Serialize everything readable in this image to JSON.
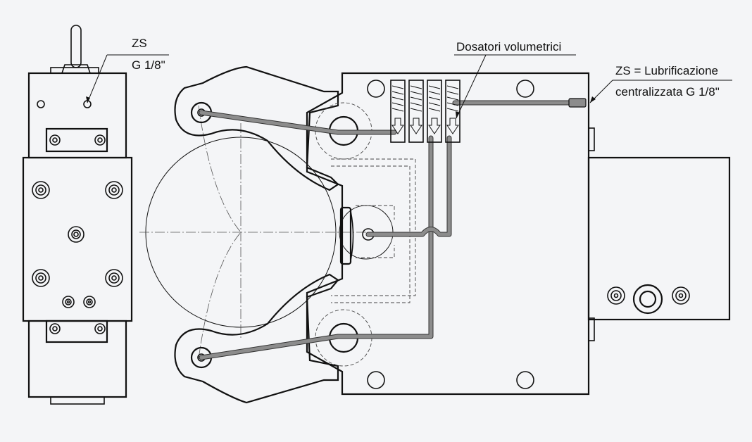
{
  "labels": {
    "zs_left_line1": "ZS",
    "zs_left_line2": "G 1/8\"",
    "dosatori": "Dosatori volumetrici",
    "zs_right_line1": "ZS = Lubrificazione",
    "zs_right_line2": "centralizzata G 1/8\""
  },
  "colors": {
    "background": "#f4f5f7",
    "line": "#111111",
    "pipe": "#8c8c8c"
  }
}
